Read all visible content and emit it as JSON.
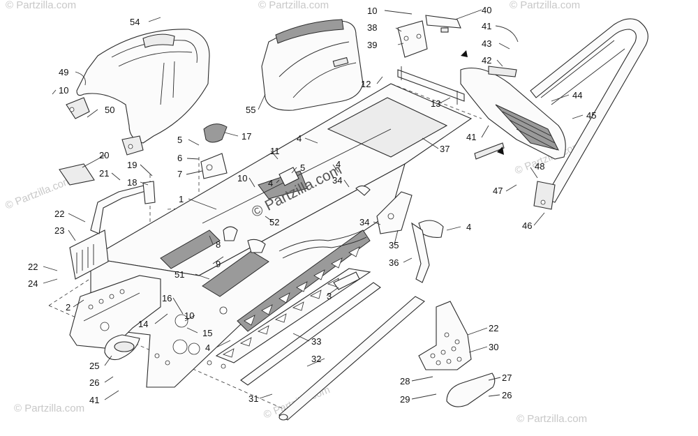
{
  "watermark": {
    "center_text": "© Partzilla.com",
    "corner_text": "© Partzilla.com"
  },
  "callouts": [
    {
      "id": "54",
      "label": "54"
    },
    {
      "id": "49",
      "label": "49"
    },
    {
      "id": "10a",
      "label": "10"
    },
    {
      "id": "50",
      "label": "50"
    },
    {
      "id": "55",
      "label": "55"
    },
    {
      "id": "10b",
      "label": "10"
    },
    {
      "id": "38",
      "label": "38"
    },
    {
      "id": "39",
      "label": "39"
    },
    {
      "id": "40",
      "label": "40"
    },
    {
      "id": "41a",
      "label": "41"
    },
    {
      "id": "43",
      "label": "43"
    },
    {
      "id": "42",
      "label": "42"
    },
    {
      "id": "44",
      "label": "44"
    },
    {
      "id": "45",
      "label": "45"
    },
    {
      "id": "12",
      "label": "12"
    },
    {
      "id": "13",
      "label": "13"
    },
    {
      "id": "37",
      "label": "37"
    },
    {
      "id": "41b",
      "label": "41"
    },
    {
      "id": "5a",
      "label": "5"
    },
    {
      "id": "17",
      "label": "17"
    },
    {
      "id": "6",
      "label": "6"
    },
    {
      "id": "7",
      "label": "7"
    },
    {
      "id": "11",
      "label": "11"
    },
    {
      "id": "4a",
      "label": "4"
    },
    {
      "id": "20",
      "label": "20"
    },
    {
      "id": "19",
      "label": "19"
    },
    {
      "id": "21",
      "label": "21"
    },
    {
      "id": "18",
      "label": "18"
    },
    {
      "id": "10c",
      "label": "10"
    },
    {
      "id": "5b",
      "label": "5"
    },
    {
      "id": "4b",
      "label": "4"
    },
    {
      "id": "4c",
      "label": "4"
    },
    {
      "id": "34a",
      "label": "34"
    },
    {
      "id": "48",
      "label": "48"
    },
    {
      "id": "47",
      "label": "47"
    },
    {
      "id": "46",
      "label": "46"
    },
    {
      "id": "1",
      "label": "1"
    },
    {
      "id": "22a",
      "label": "22"
    },
    {
      "id": "52",
      "label": "52"
    },
    {
      "id": "34b",
      "label": "34"
    },
    {
      "id": "4d",
      "label": "4"
    },
    {
      "id": "23",
      "label": "23"
    },
    {
      "id": "8",
      "label": "8"
    },
    {
      "id": "35",
      "label": "35"
    },
    {
      "id": "9",
      "label": "9"
    },
    {
      "id": "36",
      "label": "36"
    },
    {
      "id": "22b",
      "label": "22"
    },
    {
      "id": "24",
      "label": "24"
    },
    {
      "id": "51",
      "label": "51"
    },
    {
      "id": "3",
      "label": "3"
    },
    {
      "id": "2",
      "label": "2"
    },
    {
      "id": "16",
      "label": "16"
    },
    {
      "id": "10d",
      "label": "10"
    },
    {
      "id": "14",
      "label": "14"
    },
    {
      "id": "15",
      "label": "15"
    },
    {
      "id": "22c",
      "label": "22"
    },
    {
      "id": "4e",
      "label": "4"
    },
    {
      "id": "33",
      "label": "33"
    },
    {
      "id": "30",
      "label": "30"
    },
    {
      "id": "32",
      "label": "32"
    },
    {
      "id": "25",
      "label": "25"
    },
    {
      "id": "26a",
      "label": "26"
    },
    {
      "id": "27",
      "label": "27"
    },
    {
      "id": "28",
      "label": "28"
    },
    {
      "id": "29",
      "label": "29"
    },
    {
      "id": "26b",
      "label": "26"
    },
    {
      "id": "31",
      "label": "31"
    },
    {
      "id": "41c",
      "label": "41"
    }
  ]
}
